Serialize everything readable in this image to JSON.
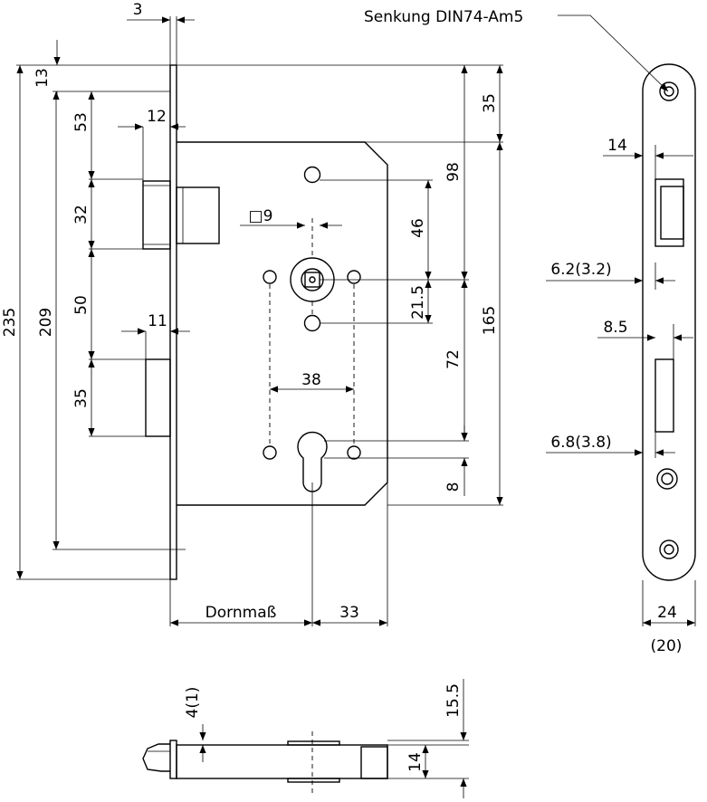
{
  "callout": {
    "countersink": "Senkung DIN74-Am5"
  },
  "dimensions": {
    "faceplate_thickness": "3",
    "top_offset": "13",
    "latch_top": "53",
    "latch_depth": "12",
    "latch_height": "32",
    "gap": "50",
    "bolt_depth": "11",
    "bolt_height": "35",
    "total_height": "235",
    "inner_height": "209",
    "spindle_square": "□9",
    "hole_spacing": "38",
    "top_to_case": "35",
    "case_to_spindle": "98",
    "spindle_to_cyl_mid": "46",
    "spindle_offset": "21.5",
    "spindle_to_cylinder": "72",
    "case_height": "165",
    "cylinder_offset": "8",
    "backset": "Dornmaß",
    "cylinder_to_edge": "33",
    "plate_14": "14",
    "latch_proj": "6.2(3.2)",
    "bolt_width": "8.5",
    "bolt_proj": "6.8(3.8)",
    "plate_width": "24",
    "plate_width_alt": "(20)",
    "bottom_4": "4(1)",
    "bottom_15_5": "15.5",
    "bottom_14": "14"
  }
}
